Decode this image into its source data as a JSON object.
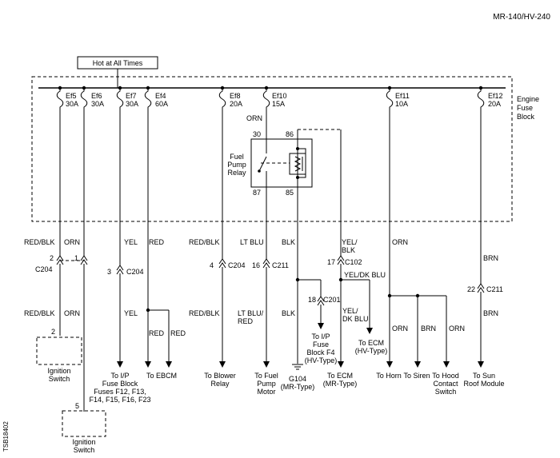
{
  "header": {
    "model": "MR-140/HV-240",
    "side_code": "TSB18402"
  },
  "hot_label": "Hot at All Times",
  "block": {
    "name_lines": [
      "Engine",
      "Fuse",
      "Block"
    ]
  },
  "fuses": [
    {
      "id": "Ef5",
      "amp": "30A"
    },
    {
      "id": "Ef6",
      "amp": "30A"
    },
    {
      "id": "Ef7",
      "amp": "30A"
    },
    {
      "id": "Ef4",
      "amp": "60A"
    },
    {
      "id": "Ef8",
      "amp": "20A"
    },
    {
      "id": "Ef10",
      "amp": "15A"
    },
    {
      "id": "Ef11",
      "amp": "10A"
    },
    {
      "id": "Ef12",
      "amp": "20A"
    }
  ],
  "relay": {
    "label_lines": [
      "Fuel",
      "Pump",
      "Relay"
    ],
    "pins": [
      "30",
      "86",
      "87",
      "85"
    ],
    "wire_in": "ORN"
  },
  "wire_colors": {
    "ef5_top": "RED/BLK",
    "ef6_top": "ORN",
    "ef7": "YEL",
    "ef4": "RED",
    "ef8": "RED/BLK",
    "ef10": "LT BLU",
    "relay85": "BLK",
    "relay86_lines": [
      "YEL/",
      "BLK"
    ],
    "ef11": "ORN",
    "ef12": "BRN",
    "ef5_bottom": "RED/BLK",
    "ef6_bottom": "ORN",
    "ef7_bottom": "YEL",
    "ef4_left": "RED",
    "ef4_right": "RED",
    "ef8_bottom": "RED/BLK",
    "ef10_bottom_lines": [
      "LT BLU/",
      "RED"
    ],
    "blk_bottom": "BLK",
    "yel_dk_blu_top": "YEL/DK BLU",
    "yel_dk_blu_side_lines": [
      "YEL/",
      "DK BLU"
    ],
    "horn": "ORN",
    "siren": "BRN",
    "hood": "ORN",
    "ef12_bottom": "BRN"
  },
  "connectors": {
    "c204_pin2": "2",
    "c204_pin1": "1",
    "c204_left": "C204",
    "c204_pin3": "3",
    "c204_mid": "C204",
    "c204_pin4": "4",
    "c204_right": "C204",
    "c211_pin16": "16",
    "c211_a": "C211",
    "c102_pin17": "17",
    "c102": "C102",
    "c201_pin18": "18",
    "c201": "C201",
    "c211_pin22": "22",
    "c211_b": "C211",
    "switch1_pin": "2",
    "switch2_pin": "5"
  },
  "destinations": {
    "ignition_switch_1": [
      "Ignition",
      "Switch"
    ],
    "ip_fuse_block": [
      "To I/P",
      "Fuse Block",
      "Fuses F12, F13,",
      "F14, F15, F16, F23"
    ],
    "ebcm": "To EBCM",
    "blower": [
      "To Blower",
      "Relay"
    ],
    "fuel_pump": [
      "To Fuel",
      "Pump",
      "Motor"
    ],
    "ground": [
      "G104",
      "(MR-Type)"
    ],
    "ip_fuse_f4": [
      "To I/P",
      "Fuse",
      "Block F4",
      "(HV-Type)"
    ],
    "ecm_mr": [
      "To ECM",
      "(MR-Type)"
    ],
    "ecm_hv": [
      "To ECM",
      "(HV-Type)"
    ],
    "horn": "To Horn",
    "siren": "To Siren",
    "hood": [
      "To Hood",
      "Contact",
      "Switch"
    ],
    "sunroof": [
      "To Sun",
      "Roof Module"
    ],
    "ignition_switch_2": [
      "Ignition",
      "Switch"
    ]
  }
}
